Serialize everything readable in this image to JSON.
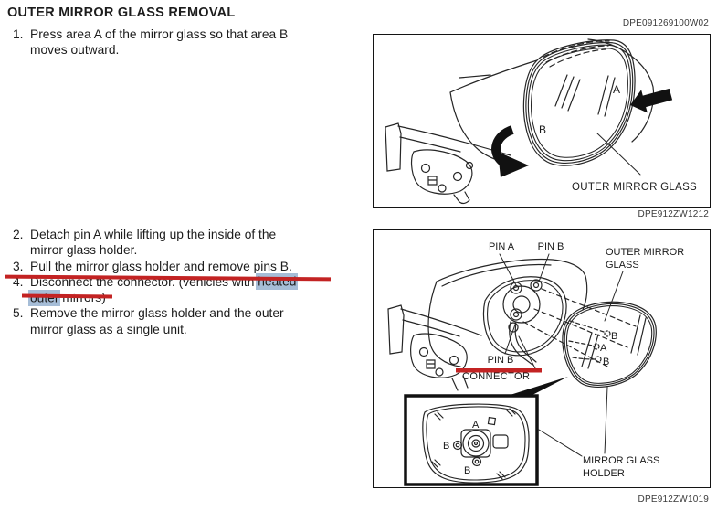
{
  "title": "OUTER MIRROR GLASS REMOVAL",
  "steps": {
    "s1": {
      "num": "1.",
      "l1": "Press area A of the mirror glass so that area B",
      "l2": "moves outward."
    },
    "s2": {
      "num": "2.",
      "l1": "Detach pin A while lifting up the inside of the",
      "l2": "mirror glass holder."
    },
    "s3": {
      "num": "3.",
      "l1": "Pull the mirror glass holder and remove pins B."
    },
    "s4": {
      "num": "4.",
      "l1a": "Disconnect the connector. (vehicles with ",
      "l1b": "heated",
      "l2a": "outer",
      "l2b": " mirrors)"
    },
    "s5": {
      "num": "5.",
      "l1": "Remove the mirror glass holder and the outer",
      "l2": "mirror glass as a single unit."
    }
  },
  "figure1": {
    "code_top": "DPE091269100W02",
    "code_bottom": "DPE912ZW1212",
    "label_glass": "OUTER MIRROR GLASS",
    "label_a": "A",
    "label_b": "B"
  },
  "figure2": {
    "code_bottom": "DPE912ZW1019",
    "label_pin_a": "PIN A",
    "label_pin_b_top": "PIN B",
    "label_pin_b_bottom": "PIN B",
    "label_connector": "CONNECTOR",
    "label_glass_line1": "OUTER MIRROR",
    "label_glass_line2": "GLASS",
    "label_holder_line1": "MIRROR GLASS",
    "label_holder_line2": "HOLDER",
    "glass_b1": "B",
    "glass_a": "A",
    "glass_b2": "B",
    "inset_a": "A",
    "inset_b1": "B",
    "inset_b2": "B"
  },
  "annotations": {
    "highlight_color": "#a6bdd7",
    "strike_color": "#c32323",
    "highlighted_words": [
      "heated",
      "outer"
    ],
    "struck_step": "4.",
    "struck_figure_label": "CONNECTOR"
  }
}
